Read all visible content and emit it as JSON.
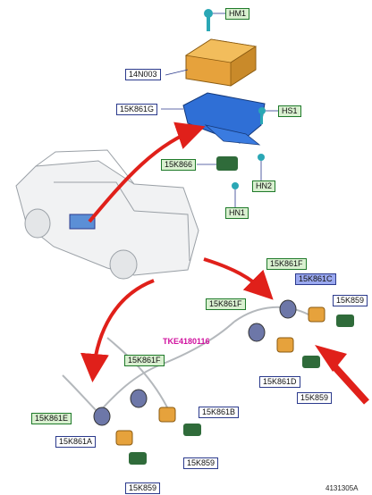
{
  "labels": {
    "hm1": "HM1",
    "n14n003": "14N003",
    "k15861g": "15K861G",
    "hs1": "HS1",
    "k15866": "15K866",
    "hn2": "HN2",
    "hn1": "HN1",
    "k15861f_top": "15K861F",
    "k15861c": "15K861C",
    "k15859_a": "15K859",
    "k15861f_mid": "15K861F",
    "k15861d": "15K861D",
    "k15859_b": "15K859",
    "k15861f_left": "15K861F",
    "k15861b": "15K861B",
    "k15861e": "15K861E",
    "k15861a": "15K861A",
    "k15859_c": "15K859",
    "k15859_d": "15K859"
  },
  "reference": "TKE4180116",
  "drawing_code": "4131305A",
  "colors": {
    "label_green_fill": "#d9f0d0",
    "label_blue_border": "#2b3a8c",
    "label_highlight_fill": "#9aa8ef",
    "reference_text": "#d0109e",
    "arrow_red": "#e0201a",
    "module_orange": "#e6a23c",
    "bracket_blue": "#2f6fd6",
    "sensor_green": "#2f6b3a"
  }
}
